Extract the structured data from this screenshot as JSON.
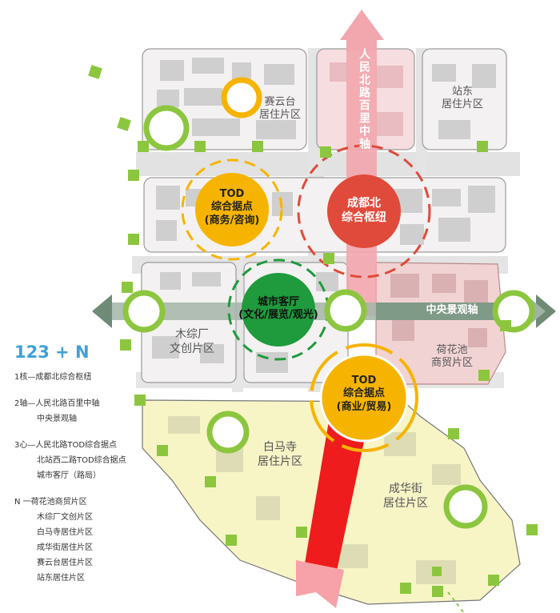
{
  "axis_north": "人民北路百里中轴",
  "axis_east": "中央景观轴",
  "districts": {
    "saiyuntai": [
      "赛云台",
      "居住片区"
    ],
    "zhandong": [
      "站东",
      "居住片区"
    ],
    "muzongchang": [
      "木综厂",
      "文创片区"
    ],
    "hehuachi": [
      "荷花池",
      "商贸片区"
    ],
    "baimasi": [
      "白马寺",
      "居住片区"
    ],
    "chenghuajie": [
      "成华街",
      "居住片区"
    ]
  },
  "nodes": {
    "tod_north": [
      "TOD",
      "综合据点",
      "(商务/咨询)"
    ],
    "hub": [
      "成都北",
      "综合枢纽"
    ],
    "city_hall": [
      "城市客厅",
      "(文化/展览/观光)"
    ],
    "tod_south": [
      "TOD",
      "综合据点",
      "(商业/贸易)"
    ]
  },
  "legend": {
    "title": "123 + N",
    "core": "1核—成都北综合枢纽",
    "axes": [
      "2轴—人民北路百里中轴",
      "中央景观轴"
    ],
    "centers": [
      "3心—人民北路TOD综合据点",
      "北站西二路TOD综合据点",
      "城市客厅（路局）"
    ],
    "n_head": "N  一荷花池商贸片区",
    "n_items": [
      "木综厂文创片区",
      "白马寺居住片区",
      "成华街居住片区",
      "赛云台居住片区",
      "站东居住片区"
    ]
  },
  "colors": {
    "yellow_node": "#f6b400",
    "red_node": "#e04a3a",
    "green_node": "#1f9a3c",
    "green_mark": "#8cc63f",
    "axis_pink": "#f2a6ad",
    "axis_red": "#ee1c1c",
    "landscape_axis": "#7f9a86",
    "legend_blue": "#3fa0d8"
  }
}
